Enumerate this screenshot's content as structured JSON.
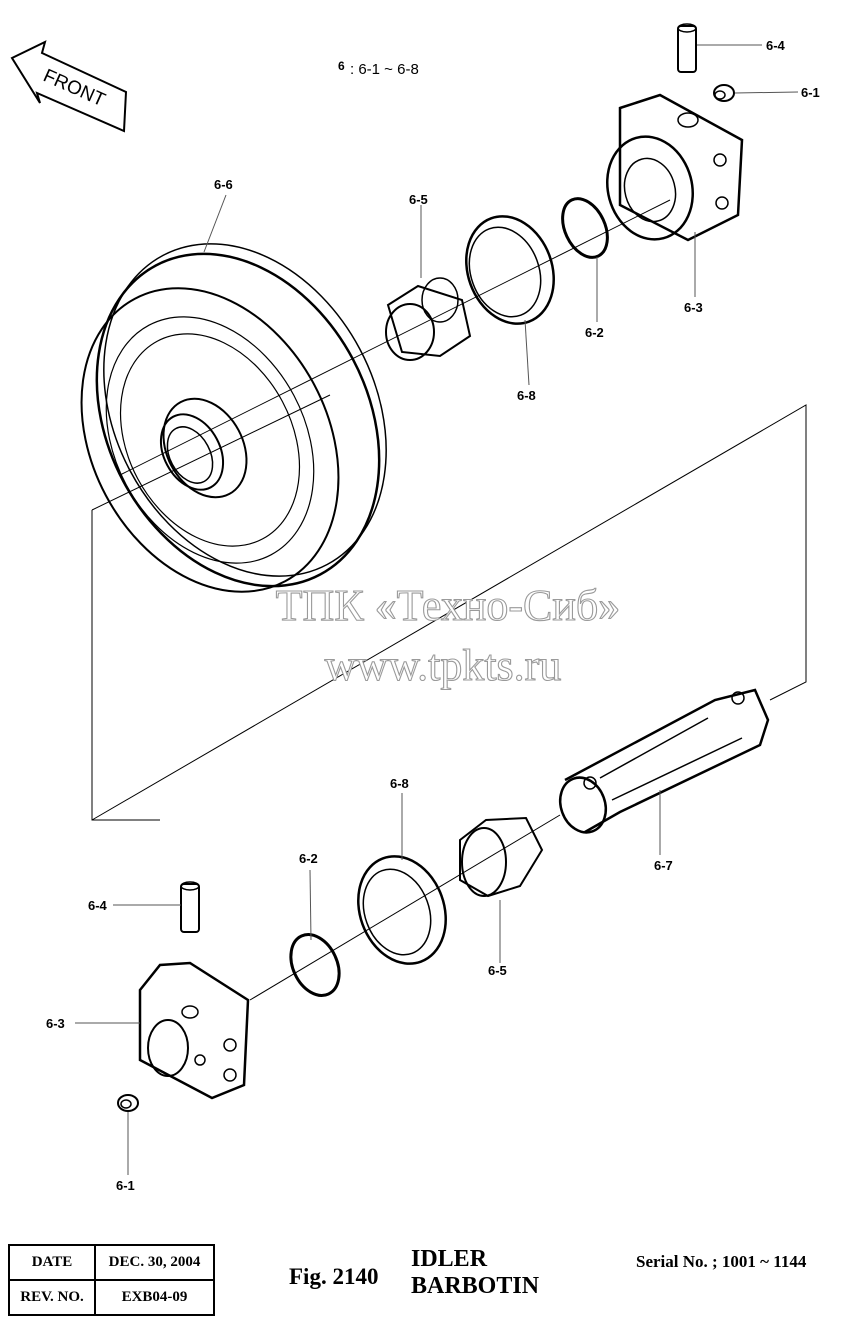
{
  "header": {
    "group_label": "6",
    "group_range": ": 6-1 ~ 6-8",
    "front_label": "FRONT"
  },
  "callouts": [
    {
      "id": "6-4",
      "text": "6-4"
    },
    {
      "id": "6-1",
      "text": "6-1"
    },
    {
      "id": "6-6",
      "text": "6-6"
    },
    {
      "id": "6-5",
      "text": "6-5"
    },
    {
      "id": "6-3",
      "text": "6-3"
    },
    {
      "id": "6-2",
      "text": "6-2"
    },
    {
      "id": "6-8",
      "text": "6-8"
    },
    {
      "id": "6-8b",
      "text": "6-8"
    },
    {
      "id": "6-2b",
      "text": "6-2"
    },
    {
      "id": "6-7",
      "text": "6-7"
    },
    {
      "id": "6-4b",
      "text": "6-4"
    },
    {
      "id": "6-3b",
      "text": "6-3"
    },
    {
      "id": "6-5b",
      "text": "6-5"
    },
    {
      "id": "6-1b",
      "text": "6-1"
    }
  ],
  "watermark": {
    "line1": "ТПК «Техно-Сиб»",
    "line2": "www.tpkts.ru"
  },
  "footer": {
    "date_label": "DATE",
    "date_value": "DEC. 30, 2004",
    "rev_label": "REV. NO.",
    "rev_value": "EXB04-09",
    "fig": "Fig. 2140",
    "title_en": "IDLER",
    "title_fr": "BARBOTIN",
    "serial": "Serial No. ; 1001 ~ 1144"
  }
}
